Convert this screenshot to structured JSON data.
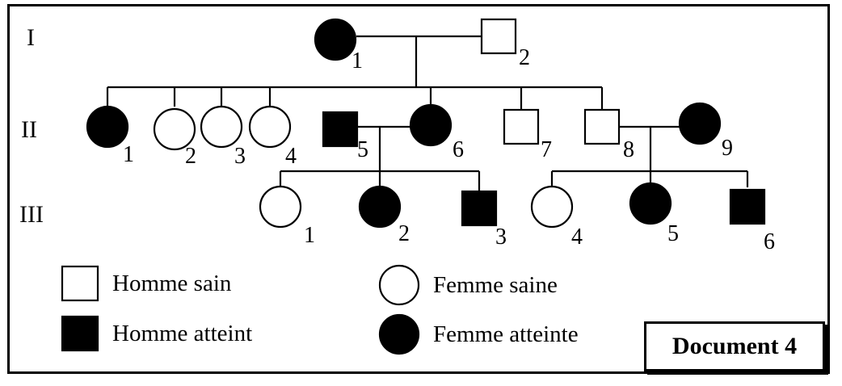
{
  "generations": [
    "I",
    "II",
    "III"
  ],
  "individuals": [
    {
      "id": "I-1",
      "label": "1",
      "sex": "female",
      "status": "affected"
    },
    {
      "id": "I-2",
      "label": "2",
      "sex": "male",
      "status": "healthy"
    },
    {
      "id": "II-1",
      "label": "1",
      "sex": "female",
      "status": "affected"
    },
    {
      "id": "II-2",
      "label": "2",
      "sex": "female",
      "status": "healthy"
    },
    {
      "id": "II-3",
      "label": "3",
      "sex": "female",
      "status": "healthy"
    },
    {
      "id": "II-4",
      "label": "4",
      "sex": "female",
      "status": "healthy"
    },
    {
      "id": "II-5",
      "label": "5",
      "sex": "male",
      "status": "affected"
    },
    {
      "id": "II-6",
      "label": "6",
      "sex": "female",
      "status": "affected"
    },
    {
      "id": "II-7",
      "label": "7",
      "sex": "male",
      "status": "healthy"
    },
    {
      "id": "II-8",
      "label": "8",
      "sex": "male",
      "status": "healthy"
    },
    {
      "id": "II-9",
      "label": "9",
      "sex": "female",
      "status": "affected"
    },
    {
      "id": "III-1",
      "label": "1",
      "sex": "female",
      "status": "healthy"
    },
    {
      "id": "III-2",
      "label": "2",
      "sex": "female",
      "status": "affected"
    },
    {
      "id": "III-3",
      "label": "3",
      "sex": "male",
      "status": "affected"
    },
    {
      "id": "III-4",
      "label": "4",
      "sex": "female",
      "status": "healthy"
    },
    {
      "id": "III-5",
      "label": "5",
      "sex": "female",
      "status": "affected"
    },
    {
      "id": "III-6",
      "label": "6",
      "sex": "male",
      "status": "affected"
    }
  ],
  "legend": {
    "healthy_male": "Homme sain",
    "affected_male": "Homme atteint",
    "healthy_female": "Femme saine",
    "affected_female": "Femme atteinte"
  },
  "document_label": "Document 4"
}
